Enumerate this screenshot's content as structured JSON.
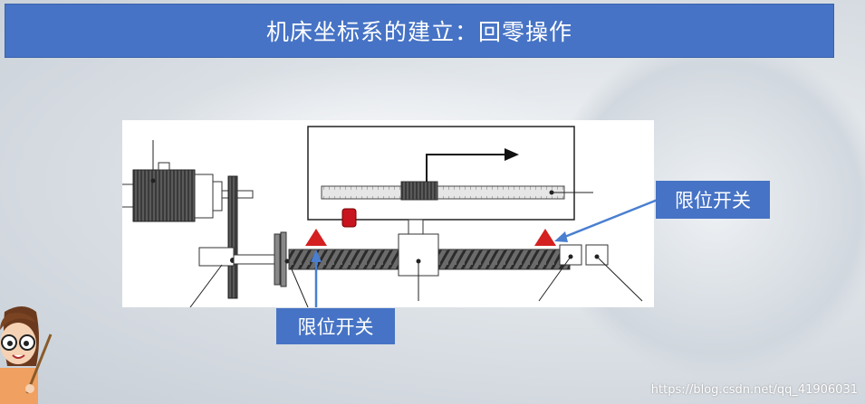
{
  "slide": {
    "title": "机床坐标系的建立：回零操作"
  },
  "labels": {
    "right_limit_switch": "限位开关",
    "left_limit_switch": "限位开关"
  },
  "watermark": "https://blog.csdn.net/qq_41906031",
  "colors": {
    "title_bar": "#4673c5",
    "label_box": "#4673c5",
    "limit_marker": "#d42020",
    "stop_block": "#c8141e"
  }
}
